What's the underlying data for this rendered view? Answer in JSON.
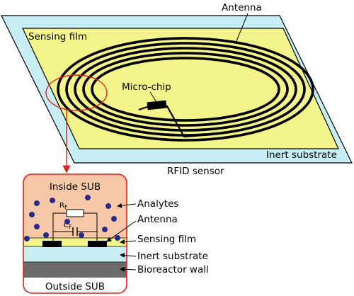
{
  "labels": {
    "antenna_top": "Antenna",
    "sensing_film_top": "Sensing film",
    "micro_chip": "Micro-chip",
    "inert_substrate_top": "Inert substrate",
    "rfid_sensor": "RFID sensor",
    "inside_sub": "Inside SUB",
    "outside_sub": "Outside SUB",
    "analytes": "Analytes",
    "antenna_detail": "Antenna",
    "sensing_film_detail": "Sensing film",
    "inert_substrate_detail": "Inert substrate",
    "bioreactor_wall": "Bioreactor wall",
    "rf_main": "R",
    "rf_sub": "F",
    "cf_main": "C",
    "cf_sub": "F"
  },
  "colors": {
    "substrate": "#c8eef5",
    "sensing_film": "#f3f58a",
    "inside_sub": "#f7c8a8",
    "analyte": "#2a2a8a",
    "wall": "#6b6b6b",
    "callout": "#e0201a",
    "antenna": "#000000"
  }
}
